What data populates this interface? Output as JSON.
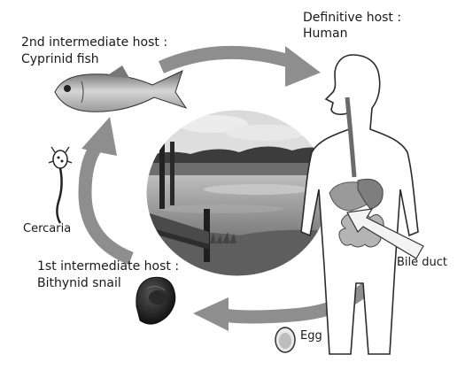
{
  "figure": {
    "definitive_host": {
      "line1": "Definitive host :",
      "line2": "Human"
    },
    "second_intermediate_host": {
      "line1": "2nd intermediate host :",
      "line2": "Cyprinid fish"
    },
    "first_intermediate_host": {
      "line1": "1st intermediate host :",
      "line2": "Bithynid snail"
    },
    "cercaria_label": "Cercaria",
    "bile_duct_label": "Bile duct",
    "egg_label": "Egg"
  },
  "colors": {
    "arrow": "#8e8e8e",
    "outline": "#2b2b2b",
    "organ": "#9a9a9a",
    "bile_duct_arrow": "#f4f4f4"
  }
}
